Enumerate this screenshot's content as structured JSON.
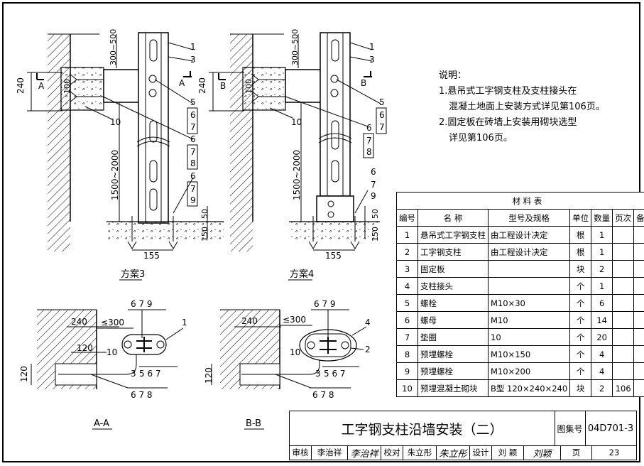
{
  "drawing": {
    "scheme3_caption": "方案3",
    "scheme4_caption": "方案4",
    "section_aa_caption": "A-A",
    "section_bb_caption": "B-B",
    "section_mark_a": "A",
    "section_mark_b": "B",
    "dims": {
      "d240": "240",
      "d100": "100",
      "d300_500": "300~500",
      "d1500_2000": "1500~2000",
      "d50": "50",
      "d150": "150",
      "d155": "155",
      "d300": "≤300",
      "d120": "120"
    },
    "callouts": {
      "n1": "1",
      "n2": "2",
      "n3": "3",
      "n4": "4",
      "n5": "5",
      "n6": "6",
      "n7": "7",
      "n8": "8",
      "n9": "9",
      "n10": "10",
      "n679": "6 7 9",
      "n567": "5 6 7",
      "n678": "6 7 8"
    }
  },
  "notes": {
    "heading": "说明：",
    "line1": "1.悬吊式工字钢支柱及支柱接头在",
    "line1b": "混凝土地面上安装方式详见第106页。",
    "line2": "2.固定板在砖墙上安装用砌块选型",
    "line2b": "详见第106页。"
  },
  "material_table": {
    "title": "材 料 表",
    "headers": [
      "编号",
      "名  称",
      "型号及规格",
      "单位",
      "数量",
      "页次",
      "备  注"
    ],
    "rows": [
      [
        "1",
        "悬吊式工字钢支柱",
        "由工程设计决定",
        "根",
        "1",
        "",
        ""
      ],
      [
        "2",
        "工字钢支柱",
        "由工程设计决定",
        "根",
        "1",
        "",
        ""
      ],
      [
        "3",
        "固定板",
        "",
        "块",
        "2",
        "",
        ""
      ],
      [
        "4",
        "支柱接头",
        "",
        "个",
        "1",
        "",
        ""
      ],
      [
        "5",
        "螺栓",
        "M10×30",
        "个",
        "6",
        "",
        ""
      ],
      [
        "6",
        "螺母",
        "M10",
        "个",
        "14",
        "",
        ""
      ],
      [
        "7",
        "垫圈",
        "10",
        "个",
        "20",
        "",
        ""
      ],
      [
        "8",
        "预埋螺栓",
        "M10×150",
        "个",
        "4",
        "",
        ""
      ],
      [
        "9",
        "预埋螺栓",
        "M10×200",
        "个",
        "4",
        "",
        ""
      ],
      [
        "10",
        "预埋混凝土砌块",
        "B型 120×240×240",
        "块",
        "2",
        "106",
        ""
      ]
    ]
  },
  "title_block": {
    "title": "工字钢支柱沿墙安装（二）",
    "atlas_label": "图集号",
    "atlas_code": "04D701-3",
    "review_label": "审核",
    "reviewer": "李治祥",
    "reviewer_sig": "李治祥",
    "check_label": "校对",
    "checker": "朱立彤",
    "checker_sig": "朱立彤",
    "design_label": "设计",
    "designer": "刘 颖",
    "designer_sig": "刘颖",
    "page_label": "页",
    "page": "23"
  }
}
